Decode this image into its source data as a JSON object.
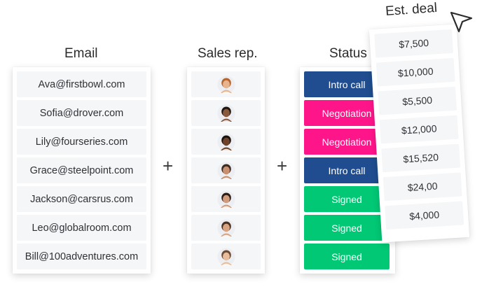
{
  "columns": {
    "email": {
      "title": "Email",
      "items": [
        "Ava@firstbowl.com",
        "Sofia@drover.com",
        "Lily@fourseries.com",
        "Grace@steelpoint.com",
        "Jackson@carsrus.com",
        "Leo@globalroom.com",
        "Bill@100adventures.com"
      ]
    },
    "sales_rep": {
      "title": "Sales rep.",
      "avatars": [
        {
          "skin": "#e8b48e",
          "hair": "#b5652f"
        },
        {
          "skin": "#8a5a3c",
          "hair": "#1e1611"
        },
        {
          "skin": "#6e4329",
          "hair": "#1a1410"
        },
        {
          "skin": "#c89070",
          "hair": "#3a2a22"
        },
        {
          "skin": "#d19c7c",
          "hair": "#2a1d17"
        },
        {
          "skin": "#d8a482",
          "hair": "#4a3222"
        },
        {
          "skin": "#e7bd9c",
          "hair": "#6d4a34"
        }
      ]
    },
    "status": {
      "title": "Status",
      "items": [
        {
          "label": "Intro call",
          "color": "#1f4d8f"
        },
        {
          "label": "Negotiation",
          "color": "#ff158a"
        },
        {
          "label": "Negotiation",
          "color": "#ff158a"
        },
        {
          "label": "Intro call",
          "color": "#1f4d8f"
        },
        {
          "label": "Signed",
          "color": "#00c875"
        },
        {
          "label": "Signed",
          "color": "#00c875"
        },
        {
          "label": "Signed",
          "color": "#00c875"
        }
      ]
    },
    "est_deal": {
      "title": "Est. deal",
      "items": [
        "$7,500",
        "$10,000",
        "$5,500",
        "$12,000",
        "$15,520",
        "$24,00",
        "$4,000"
      ]
    }
  },
  "operators": {
    "plus": "+"
  },
  "icons": {
    "cursor": "cursor-arrow-icon"
  }
}
